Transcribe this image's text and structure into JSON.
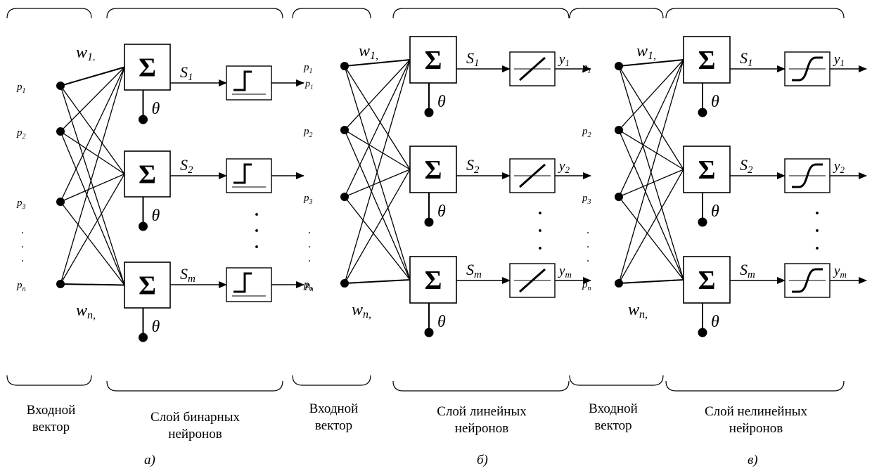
{
  "symbols": {
    "sum": "Σ",
    "theta": "θ",
    "dot": ".",
    "p_inputs": [
      "p",
      "p",
      "p",
      "p"
    ],
    "p_indices": [
      "1",
      "2",
      "3",
      "n"
    ],
    "s_outputs": [
      "S",
      "S",
      "S"
    ],
    "s_indices": [
      "1",
      "2",
      "m"
    ],
    "y_outputs": [
      "y",
      "y",
      "y"
    ],
    "y_indices": [
      "1",
      "2",
      "m"
    ],
    "w_top": "w",
    "w_top_index_a": "1.",
    "w_top_index": "1,",
    "w_bottom": "w",
    "w_bottom_index": "n,"
  },
  "panels": [
    {
      "id": "a",
      "input_caption_line1": "Входной",
      "input_caption_line2": "вектор",
      "layer_caption_line1": "Слой бинарных",
      "layer_caption_line2": "нейронов",
      "panel_label": "а)",
      "activation": "step",
      "output_label": "p"
    },
    {
      "id": "b",
      "input_caption_line1": "Входной",
      "input_caption_line2": "вектор",
      "layer_caption_line1": "Слой линейных",
      "layer_caption_line2": "нейронов",
      "panel_label": "б)",
      "activation": "linear",
      "output_label": "y"
    },
    {
      "id": "c",
      "input_caption_line1": "Входной",
      "input_caption_line2": "вектор",
      "layer_caption_line1": "Слой нелинейных",
      "layer_caption_line2": "нейронов",
      "panel_label": "в)",
      "activation": "sigmoid",
      "output_label": "y"
    }
  ]
}
